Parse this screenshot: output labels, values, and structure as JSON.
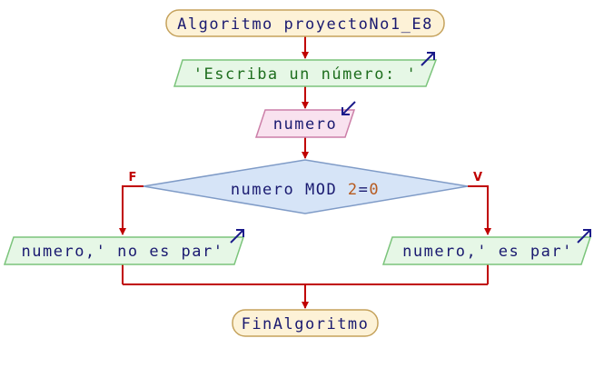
{
  "flowchart": {
    "start": "Algoritmo proyectoNo1_E8",
    "output_prompt": "'Escriba un número: '",
    "input_var": "numero",
    "decision": {
      "var": "numero",
      "op": " MOD ",
      "num1": "2",
      "eq": "=",
      "num2": "0"
    },
    "false_label": "F",
    "true_label": "V",
    "output_false": "numero,' no es par'",
    "output_true": "numero,' es par'",
    "end": "FinAlgoritmo"
  },
  "colors": {
    "terminal_fill": "#fdf2d7",
    "terminal_stroke": "#c5a25c",
    "output_fill": "#e6f7e6",
    "output_stroke": "#7bc47b",
    "input_fill": "#f9e2ef",
    "input_stroke": "#cc7fa8",
    "decision_fill": "#d6e4f7",
    "decision_stroke": "#7f9bc7",
    "connector": "#c00000",
    "text": "#1a1a70",
    "number": "#b75a1f",
    "io_arrow": "#1a1a8a"
  }
}
